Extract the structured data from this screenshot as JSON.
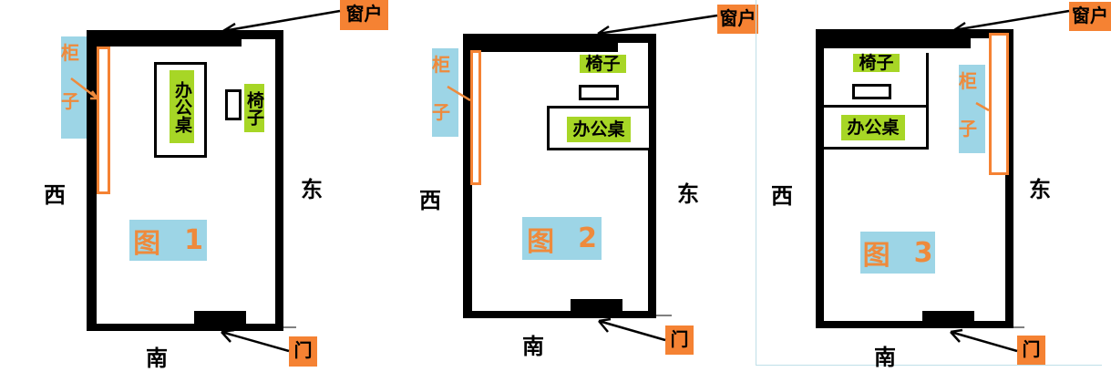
{
  "colors": {
    "wall": "#000000",
    "label_orange": "#f58233",
    "furniture_green": "#a7d626",
    "caption_blue": "#9dd5e6",
    "text_orange": "#ee8a3c"
  },
  "figures": [
    {
      "caption": "图",
      "number": "1",
      "window_label": "窗户",
      "door_label": "门",
      "cabinet_label": "柜子",
      "cabinet_char1": "柜",
      "cabinet_char2": "子",
      "desk_label": "办公桌",
      "chair_label": "椅子",
      "directions": {
        "west": "西",
        "east": "东",
        "south": "南"
      }
    },
    {
      "caption": "图",
      "number": "2",
      "window_label": "窗户",
      "door_label": "门",
      "cabinet_label": "柜子",
      "cabinet_char1": "柜",
      "cabinet_char2": "子",
      "desk_label": "办公桌",
      "chair_label": "椅子",
      "directions": {
        "west": "西",
        "east": "东",
        "south": "南"
      }
    },
    {
      "caption": "图",
      "number": "3",
      "window_label": "窗户",
      "door_label": "门",
      "cabinet_label": "柜子",
      "cabinet_char1": "柜",
      "cabinet_char2": "子",
      "desk_label": "办公桌",
      "chair_label": "椅子",
      "directions": {
        "west": "西",
        "east": "东",
        "south": "南"
      }
    }
  ]
}
